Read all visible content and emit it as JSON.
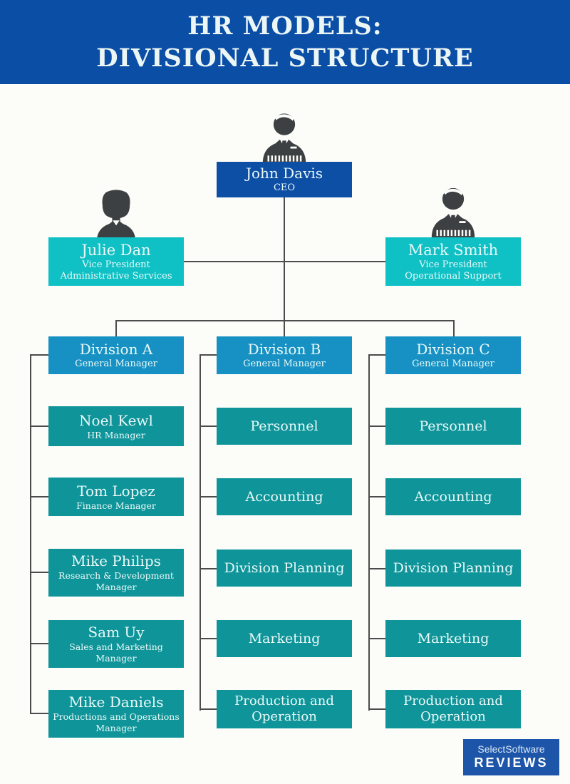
{
  "colors": {
    "banner_blue": "#0b4ea6",
    "ceo_blue": "#0e4fa6",
    "vp_cyan": "#0fc0c4",
    "division_blue": "#1791c3",
    "dept_teal": "#0f9499",
    "line_gray": "#4c4c4c",
    "background": "#fcfcf9",
    "box_text": "#e9f9f8",
    "logo_blue": "#1d56a9",
    "icon_gray": "#3d4042"
  },
  "title": {
    "line1": "HR MODELS:",
    "line2": "DIVISIONAL STRUCTURE"
  },
  "ceo": {
    "name": "John Davis",
    "role": "CEO",
    "icon": "male-person-icon"
  },
  "vps": [
    {
      "name": "Julie Dan",
      "role_line1": "Vice President",
      "role_line2": "Administrative Services",
      "icon": "female-person-icon"
    },
    {
      "name": "Mark Smith",
      "role_line1": "Vice President",
      "role_line2": "Operational Support",
      "icon": "male-person-icon"
    }
  ],
  "divisions": [
    {
      "name": "Division A",
      "role": "General Manager",
      "children": [
        {
          "title": "Noel Kewl",
          "subtitle": "HR Manager"
        },
        {
          "title": "Tom Lopez",
          "subtitle": "Finance Manager"
        },
        {
          "title": "Mike Philips",
          "subtitle": "Research & Development Manager"
        },
        {
          "title": "Sam Uy",
          "subtitle": "Sales and Marketing Manager"
        },
        {
          "title": "Mike Daniels",
          "subtitle": "Productions and Operations Manager"
        }
      ]
    },
    {
      "name": "Division B",
      "role": "General Manager",
      "children": [
        {
          "title": "Personnel"
        },
        {
          "title": "Accounting"
        },
        {
          "title": "Division Planning"
        },
        {
          "title": "Marketing"
        },
        {
          "title": "Production and Operation"
        }
      ]
    },
    {
      "name": "Division C",
      "role": "General Manager",
      "children": [
        {
          "title": "Personnel"
        },
        {
          "title": "Accounting"
        },
        {
          "title": "Division Planning"
        },
        {
          "title": "Marketing"
        },
        {
          "title": "Production and Operation"
        }
      ]
    }
  ],
  "logo": {
    "line1": "SelectSoftware",
    "line2": "REVIEWS"
  }
}
